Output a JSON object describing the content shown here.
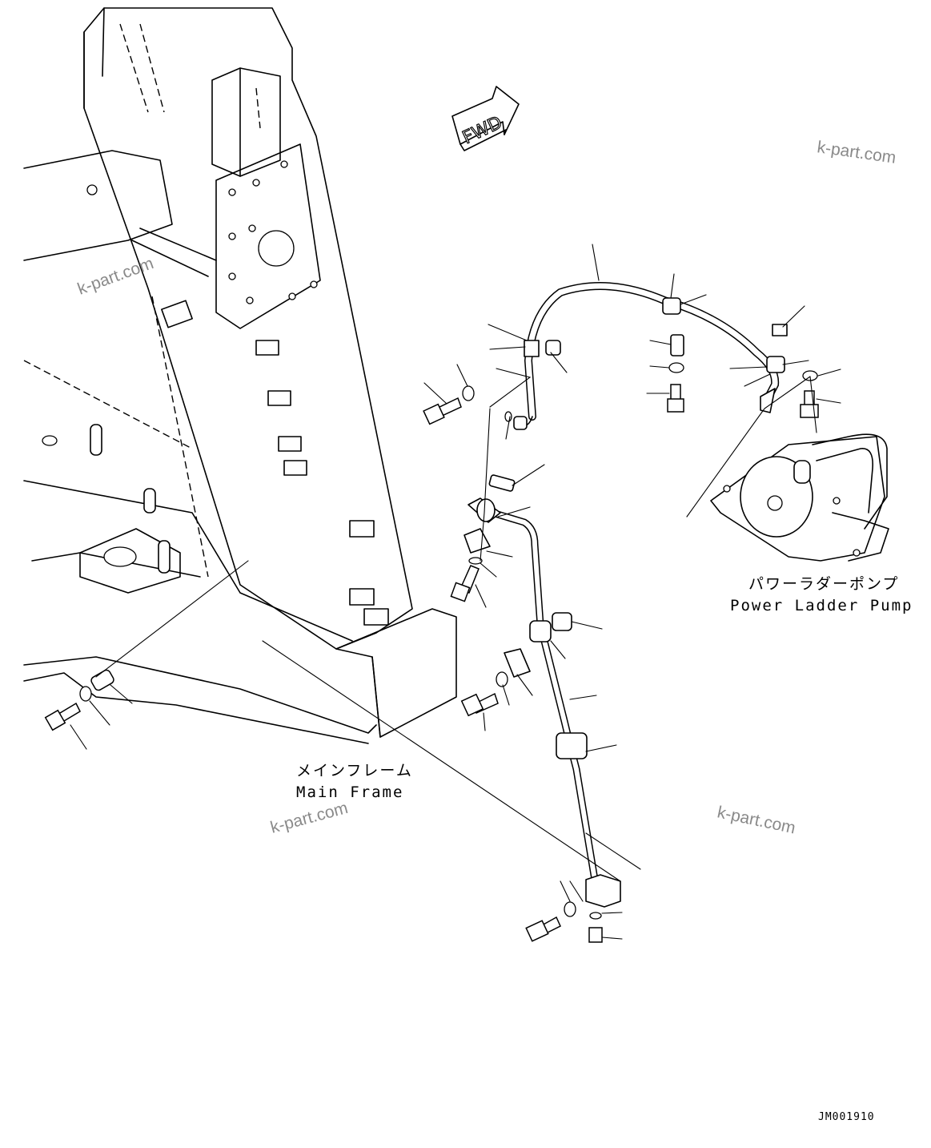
{
  "labels": {
    "main_frame_jp": "メインフレーム",
    "main_frame_en": "Main Frame",
    "pump_jp": "パワーラダーポンプ",
    "pump_en": "Power Ladder Pump",
    "fwd": "FWD",
    "drawing_code": "JM001910"
  },
  "watermarks": [
    "k-part.com",
    "k-part.com",
    "k-part.com",
    "k-part.com"
  ],
  "icons": {
    "direction": "fwd-arrow-icon"
  }
}
